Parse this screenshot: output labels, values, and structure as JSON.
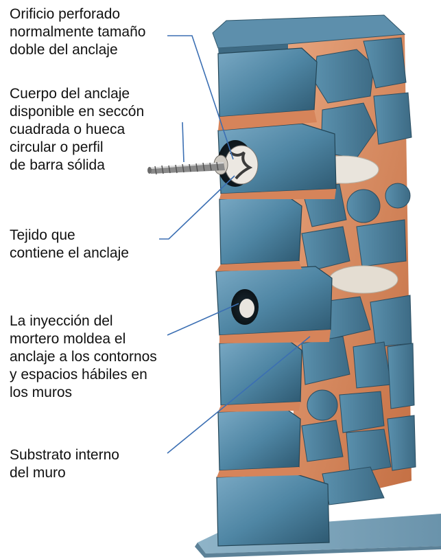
{
  "labels": [
    {
      "id": "hole",
      "lines": [
        "Orificio perforado",
        "normalmente tamaño",
        "doble del anclaje"
      ]
    },
    {
      "id": "anchor-body",
      "lines": [
        "Cuerpo del anclaje",
        "disponible en seccón",
        "cuadrada o hueca",
        "circular o perfil",
        "de barra sólida"
      ]
    },
    {
      "id": "fabric",
      "lines": [
        "Tejido que",
        "contiene el anclaje"
      ]
    },
    {
      "id": "grout",
      "lines": [
        "La inyección del",
        "mortero moldea el",
        "anclaje a los contornos",
        "y espacios hábiles en",
        "los muros"
      ]
    },
    {
      "id": "substrate",
      "lines": [
        "Substrato interno",
        "del muro"
      ]
    }
  ],
  "colors": {
    "stone": "#4a7f9c",
    "stone_light": "#6d9db8",
    "stone_dark": "#2f5a73",
    "mortar": "#d9895e",
    "leader": "#3b6fb3"
  }
}
